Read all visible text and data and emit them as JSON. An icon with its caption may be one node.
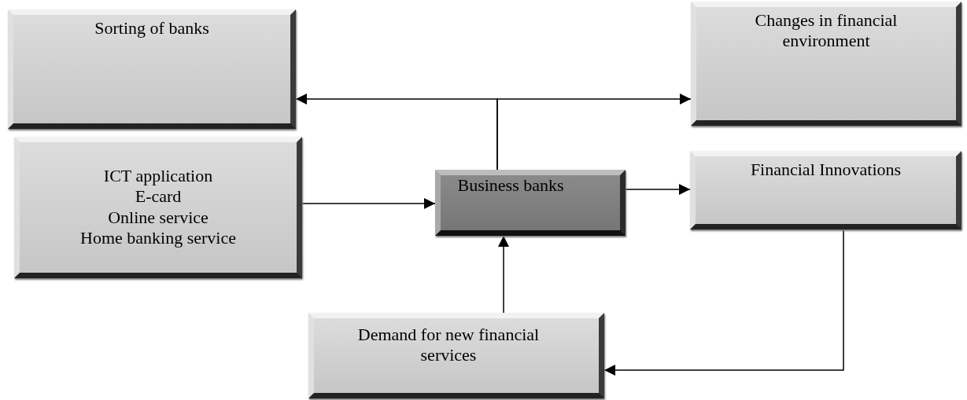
{
  "diagram": {
    "nodes": [
      {
        "text": [
          "Sorting of banks"
        ]
      },
      {
        "text": [
          "Changes in financial environment"
        ]
      },
      {
        "text": [
          "ICT application",
          "E-card",
          "Online service",
          "Home banking service"
        ]
      },
      {
        "text": [
          "Business banks"
        ]
      },
      {
        "text": [
          "Financial Innovations"
        ]
      },
      {
        "text": [
          "Demand for new financial services"
        ]
      }
    ],
    "edges": [
      {
        "from": 3,
        "to": 0,
        "arrow": "to"
      },
      {
        "from": 3,
        "to": 1,
        "arrow": "to"
      },
      {
        "from": 2,
        "to": 3,
        "arrow": "to"
      },
      {
        "from": 3,
        "to": 4,
        "arrow": "to"
      },
      {
        "from": 4,
        "to": 5,
        "arrow": "to"
      },
      {
        "from": 5,
        "to": 3,
        "arrow": "to"
      }
    ]
  }
}
